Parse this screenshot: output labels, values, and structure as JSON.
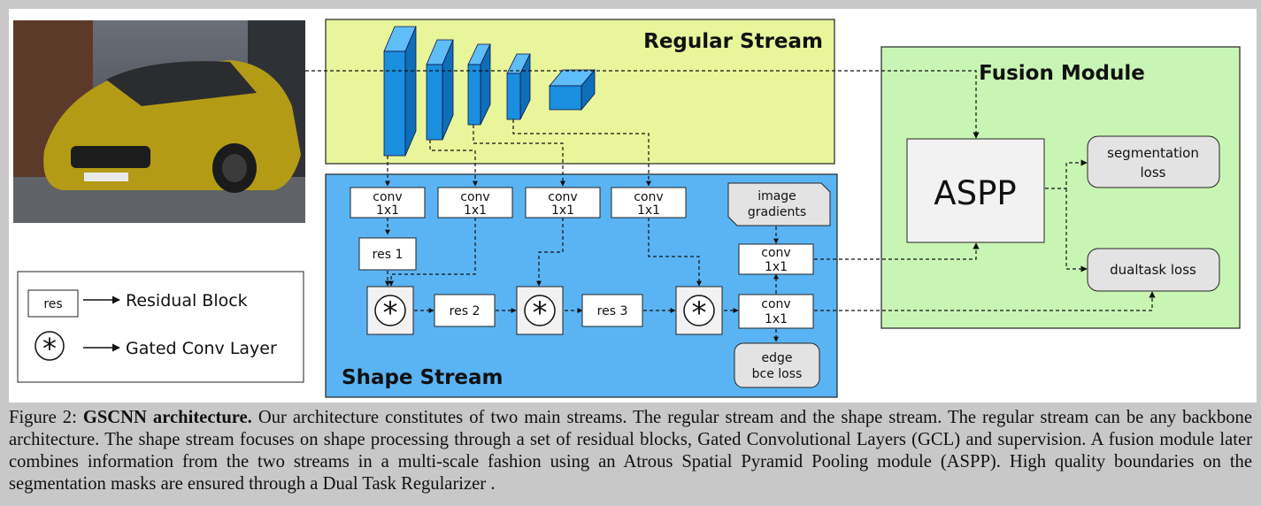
{
  "figure": {
    "regular_stream_title": "Regular Stream",
    "shape_stream_title": "Shape Stream",
    "fusion_module_title": "Fusion Module",
    "conv_blocks": [
      "conv\n1x1",
      "conv\n1x1",
      "conv\n1x1",
      "conv\n1x1"
    ],
    "conv_line1": "conv",
    "conv_line2": "1x1",
    "res_blocks": [
      "res 1",
      "res 2",
      "res 3"
    ],
    "gate_symbol": "*",
    "image_gradients": [
      "image",
      "gradients"
    ],
    "edge_loss": [
      "edge",
      "bce loss"
    ],
    "aspp": "ASPP",
    "segmentation_loss": [
      "segmentation",
      "loss"
    ],
    "dualtask_loss": "dualtask loss",
    "legend": {
      "res_box": "res",
      "res_label": "Residual Block",
      "gate_label": "Gated Conv Layer"
    },
    "colors": {
      "regular_stream": "#e8f59a",
      "shape_stream": "#5ab4f4",
      "fusion_module": "#c9f5b4",
      "cnn_layer": "#1a8fe0",
      "gray_box": "#e3e3e3"
    }
  },
  "caption": {
    "prefix": "Figure 2: ",
    "title": "GSCNN architecture.",
    "text": " Our architecture constitutes of two main streams. The regular stream and the shape stream. The regular stream can be any backbone architecture. The shape stream focuses on shape processing through a set of residual blocks, Gated Convolutional Layers (GCL) and supervision. A fusion module later combines information from the two streams in a multi-scale fashion using an Atrous Spatial Pyramid Pooling module (ASPP). High quality boundaries on the segmentation masks are ensured through a Dual Task Regularizer ."
  }
}
